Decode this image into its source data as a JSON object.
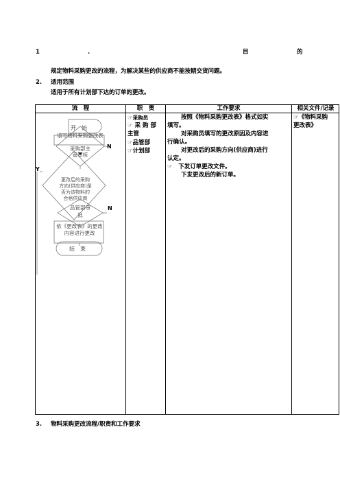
{
  "heading": {
    "num": "1",
    "dot": ".",
    "title_a": "目",
    "title_b": "的"
  },
  "purpose_text": "规定物料采购更改的流程，为解决某些的供应商不能按期交货问题。",
  "section2": {
    "num": "2.",
    "title": "适用范围"
  },
  "scope_text": "适用于所有计划部下达的订单的更改。",
  "section3": {
    "num": "3.",
    "title": "物料采购更改流程/职责和工作要求"
  },
  "table": {
    "headers": [
      "流　程",
      "职　责",
      "工作要求",
      "相关文件/记录"
    ],
    "flow": {
      "start": "开　始",
      "step1": "填写物料采购更改表",
      "decision1": "采购部主管审核",
      "decision1_no": "N",
      "decision2": "更改后的采购方向(供应商)是否为该物料的合格供应商",
      "decision2_yes": "Y",
      "decision3": "品管部审批",
      "decision3_no": "N",
      "step2": "依《更改表》的更改内容进行更改",
      "end": "结　束"
    },
    "duties": [
      "采购员",
      "采 购 部",
      "主管",
      "品管部",
      "计划部"
    ],
    "requirements": [
      "按照《物料采购更改表》格式如实",
      "填写。",
      "对采购员填写的更改原因及内容进",
      "行确认。",
      "对更改后的采购方向(供应商)进行",
      "认定。",
      "下发订单更改文件。",
      "下发更改后的新订单。"
    ],
    "documents": [
      "《物料采购",
      "更改表》"
    ]
  },
  "icons": {
    "bullet": "pointing-hand-icon"
  }
}
